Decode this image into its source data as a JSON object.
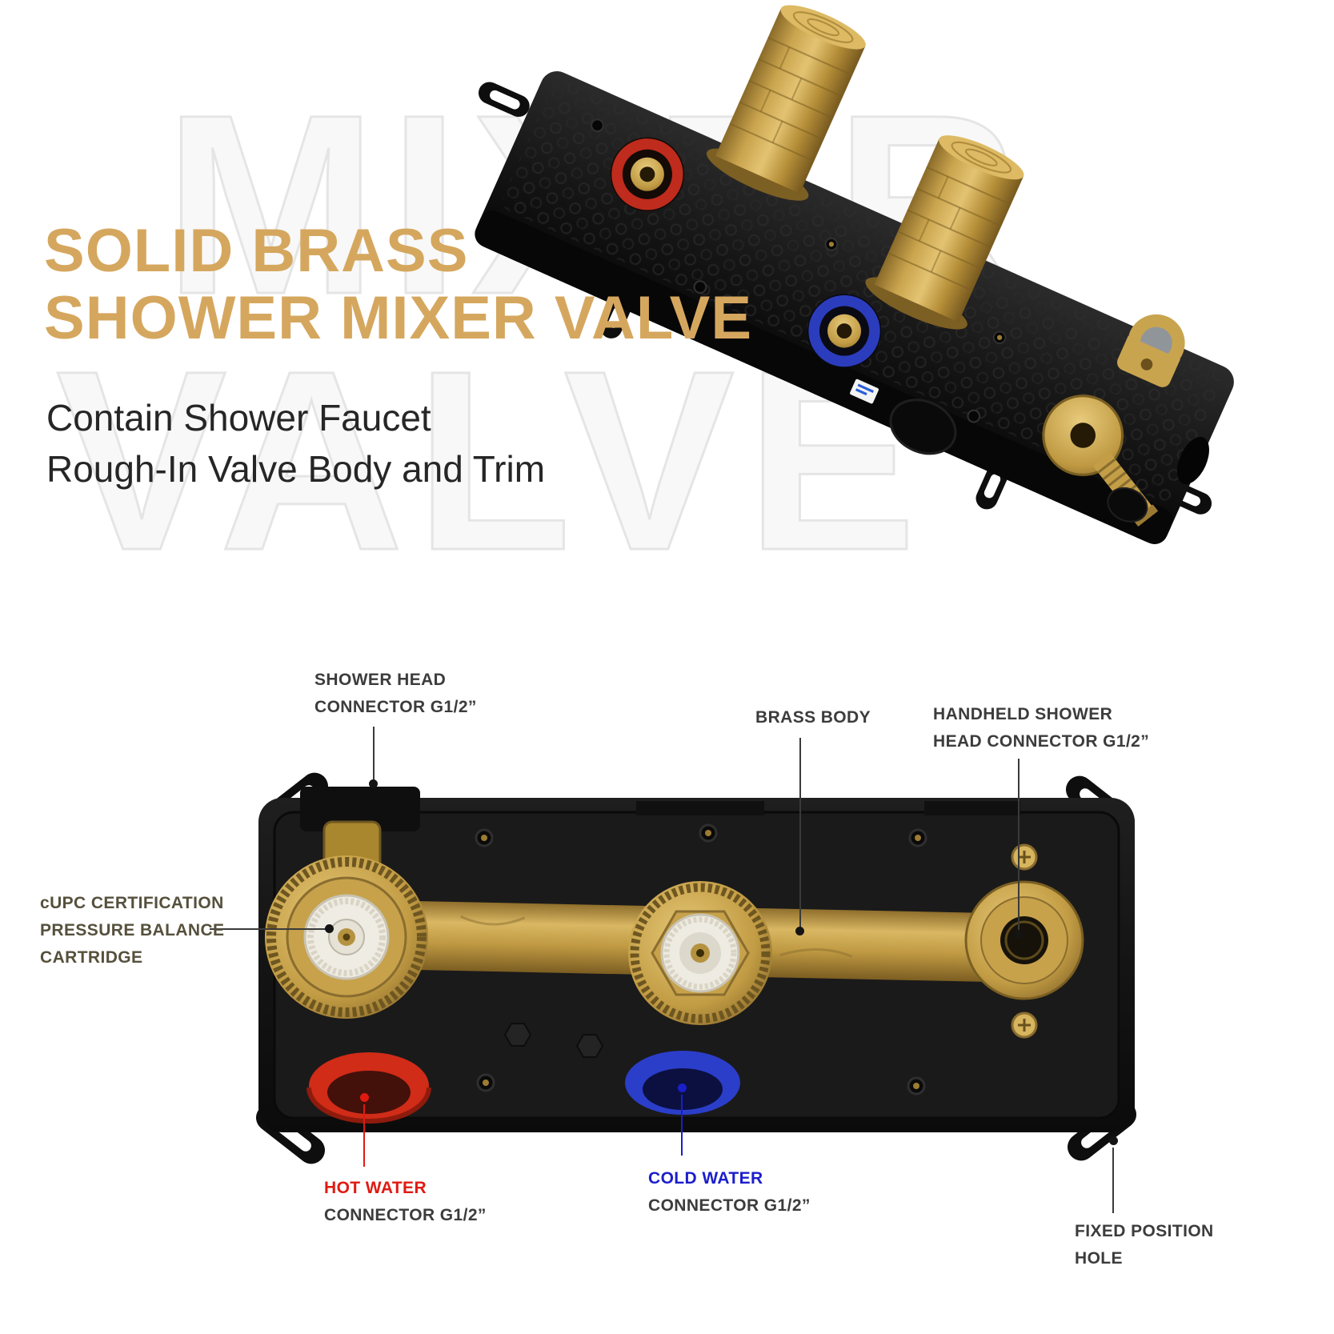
{
  "hero": {
    "watermark_line1": "MIXER",
    "watermark_line2": "VALVE",
    "title_line1": "SOLID BRASS",
    "title_line2": "SHOWER MIXER VALVE",
    "subtitle_line1": "Contain Shower Faucet",
    "subtitle_line2": "Rough-In Valve Body and Trim"
  },
  "callouts": {
    "shower_head": {
      "line1": "SHOWER HEAD",
      "line2": "CONNECTOR G1/2”"
    },
    "brass_body": {
      "line1": "BRASS BODY"
    },
    "handheld": {
      "line1": "HANDHELD SHOWER",
      "line2": "HEAD CONNECTOR G1/2”"
    },
    "cupc": {
      "line1": "cUPC CERTIFICATION",
      "line2": "PRESSURE BALANCE",
      "line3": "CARTRIDGE"
    },
    "hot_water": {
      "line1": "HOT WATER",
      "line2": "CONNECTOR G1/2”"
    },
    "cold_water": {
      "line1": "COLD WATER",
      "line2": "CONNECTOR G1/2”"
    },
    "fixed_hole": {
      "line1": "FIXED POSITION",
      "line2": "HOLE"
    }
  },
  "colors": {
    "accent_gold": "#D5A75E",
    "hot_red": "#E01A11",
    "cold_blue": "#1B1ECB",
    "text_dark": "#3C3C3C",
    "label_brown": "#56503C",
    "brass": "#C8A24C",
    "watermark": "#E5E5E5"
  }
}
